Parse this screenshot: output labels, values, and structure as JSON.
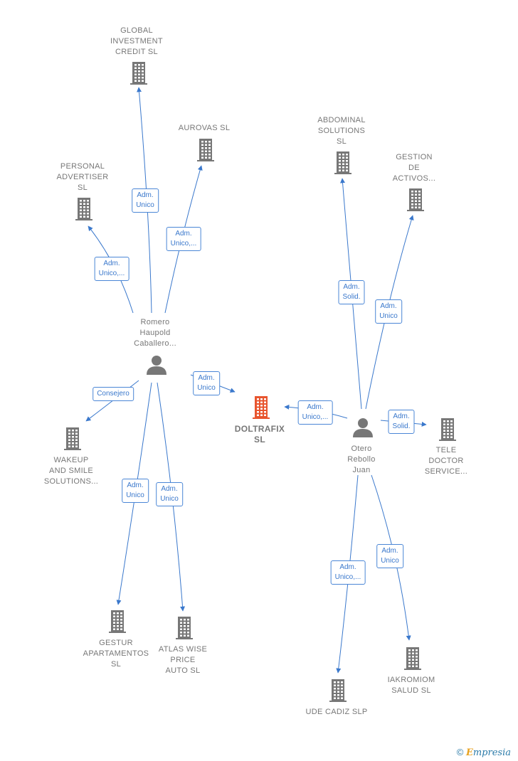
{
  "nodes": {
    "global": {
      "label": [
        "GLOBAL",
        "INVESTMENT",
        "CREDIT SL"
      ],
      "type": "company"
    },
    "aurovas": {
      "label": [
        "AUROVAS  SL"
      ],
      "type": "company"
    },
    "personal": {
      "label": [
        "PERSONAL",
        "ADVERTISER",
        "SL"
      ],
      "type": "company"
    },
    "romero": {
      "label": [
        "Romero",
        "Haupold",
        "Caballero..."
      ],
      "type": "person"
    },
    "wakeup": {
      "label": [
        "WAKEUP",
        "AND SMILE",
        "SOLUTIONS..."
      ],
      "type": "company"
    },
    "doltrafix": {
      "label": [
        "DOLTRAFIX",
        "SL"
      ],
      "type": "company-main"
    },
    "abdominal": {
      "label": [
        "ABDOMINAL",
        "SOLUTIONS",
        "SL"
      ],
      "type": "company"
    },
    "gestion": {
      "label": [
        "GESTION",
        "DE",
        "ACTIVOS..."
      ],
      "type": "company"
    },
    "otero": {
      "label": [
        "Otero",
        "Rebollo",
        "Juan"
      ],
      "type": "person"
    },
    "tele": {
      "label": [
        "TELE",
        "DOCTOR",
        "SERVICE..."
      ],
      "type": "company"
    },
    "gestur": {
      "label": [
        "GESTUR",
        "APARTAMENTOS",
        "SL"
      ],
      "type": "company"
    },
    "atlas": {
      "label": [
        "ATLAS WISE",
        "PRICE",
        "AUTO  SL"
      ],
      "type": "company"
    },
    "ude": {
      "label": [
        "UDE CADIZ SLP"
      ],
      "type": "company"
    },
    "iakromiom": {
      "label": [
        "IAKROMIOM",
        "SALUD  SL"
      ],
      "type": "company"
    }
  },
  "edges": [
    {
      "id": "romero-global",
      "label": [
        "Adm.",
        "Unico"
      ]
    },
    {
      "id": "romero-aurovas",
      "label": [
        "Adm.",
        "Unico,..."
      ]
    },
    {
      "id": "romero-personal",
      "label": [
        "Adm.",
        "Unico,..."
      ]
    },
    {
      "id": "romero-doltrafix",
      "label": [
        "Adm.",
        "Unico"
      ]
    },
    {
      "id": "romero-wakeup",
      "label": [
        "Consejero"
      ]
    },
    {
      "id": "romero-gestur",
      "label": [
        "Adm.",
        "Unico"
      ]
    },
    {
      "id": "romero-atlas",
      "label": [
        "Adm.",
        "Unico"
      ]
    },
    {
      "id": "otero-abdominal",
      "label": [
        "Adm.",
        "Solid."
      ]
    },
    {
      "id": "otero-gestion",
      "label": [
        "Adm.",
        "Unico"
      ]
    },
    {
      "id": "otero-doltrafix",
      "label": [
        "Adm.",
        "Unico,..."
      ]
    },
    {
      "id": "otero-tele",
      "label": [
        "Adm.",
        "Solid."
      ]
    },
    {
      "id": "otero-ude",
      "label": [
        "Adm.",
        "Unico,..."
      ]
    },
    {
      "id": "otero-iakromiom",
      "label": [
        "Adm.",
        "Unico"
      ]
    }
  ],
  "colors": {
    "edge": "#3a78cc",
    "company": "#777777",
    "main": "#e8552e",
    "person": "#777777"
  },
  "copyright": {
    "symbol": "©",
    "brand_e": "E",
    "brand_rest": "mpresia"
  }
}
